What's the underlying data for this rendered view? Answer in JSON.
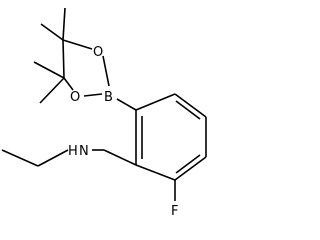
{
  "molecule": {
    "atoms": {
      "boron": "B",
      "oxygen_upper": "O",
      "oxygen_lower": "O",
      "nitrogen": "N",
      "nitrogen_h": "H",
      "fluorine": "F"
    },
    "colors": {
      "bond": "#000000",
      "background": "#ffffff"
    }
  }
}
